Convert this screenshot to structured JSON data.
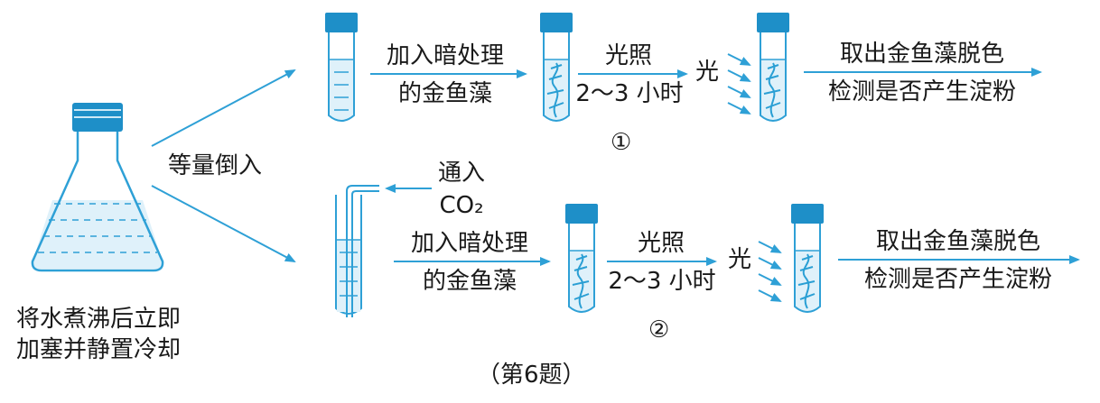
{
  "colors": {
    "arrow": "#2ea0d6",
    "cap": "#1e8fc8",
    "glass": "#2ea0d6",
    "water": "#cfe9f6",
    "plant": "#2a9fd4",
    "text": "#1a1a1a"
  },
  "flask": {
    "caption_line1": "将水煮沸后立即",
    "caption_line2": "加塞并静置冷却"
  },
  "split_label": "等量倒入",
  "row1": {
    "step1_line1": "加入暗处理",
    "step1_line2": "的金鱼藻",
    "step2_line1": "光照",
    "step2_line2": "2～3 小时",
    "light_label": "光",
    "step3_line1": "取出金鱼藻脱色",
    "step3_line2": "检测是否产生淀粉",
    "marker": "①"
  },
  "row2": {
    "gas_label_line1": "通入",
    "gas_label_line2": "CO₂",
    "step1_line1": "加入暗处理",
    "step1_line2": "的金鱼藻",
    "step2_line1": "光照",
    "step2_line2": "2～3 小时",
    "light_label": "光",
    "step3_line1": "取出金鱼藻脱色",
    "step3_line2": "检测是否产生淀粉",
    "marker": "②"
  },
  "caption": "（第6题）"
}
